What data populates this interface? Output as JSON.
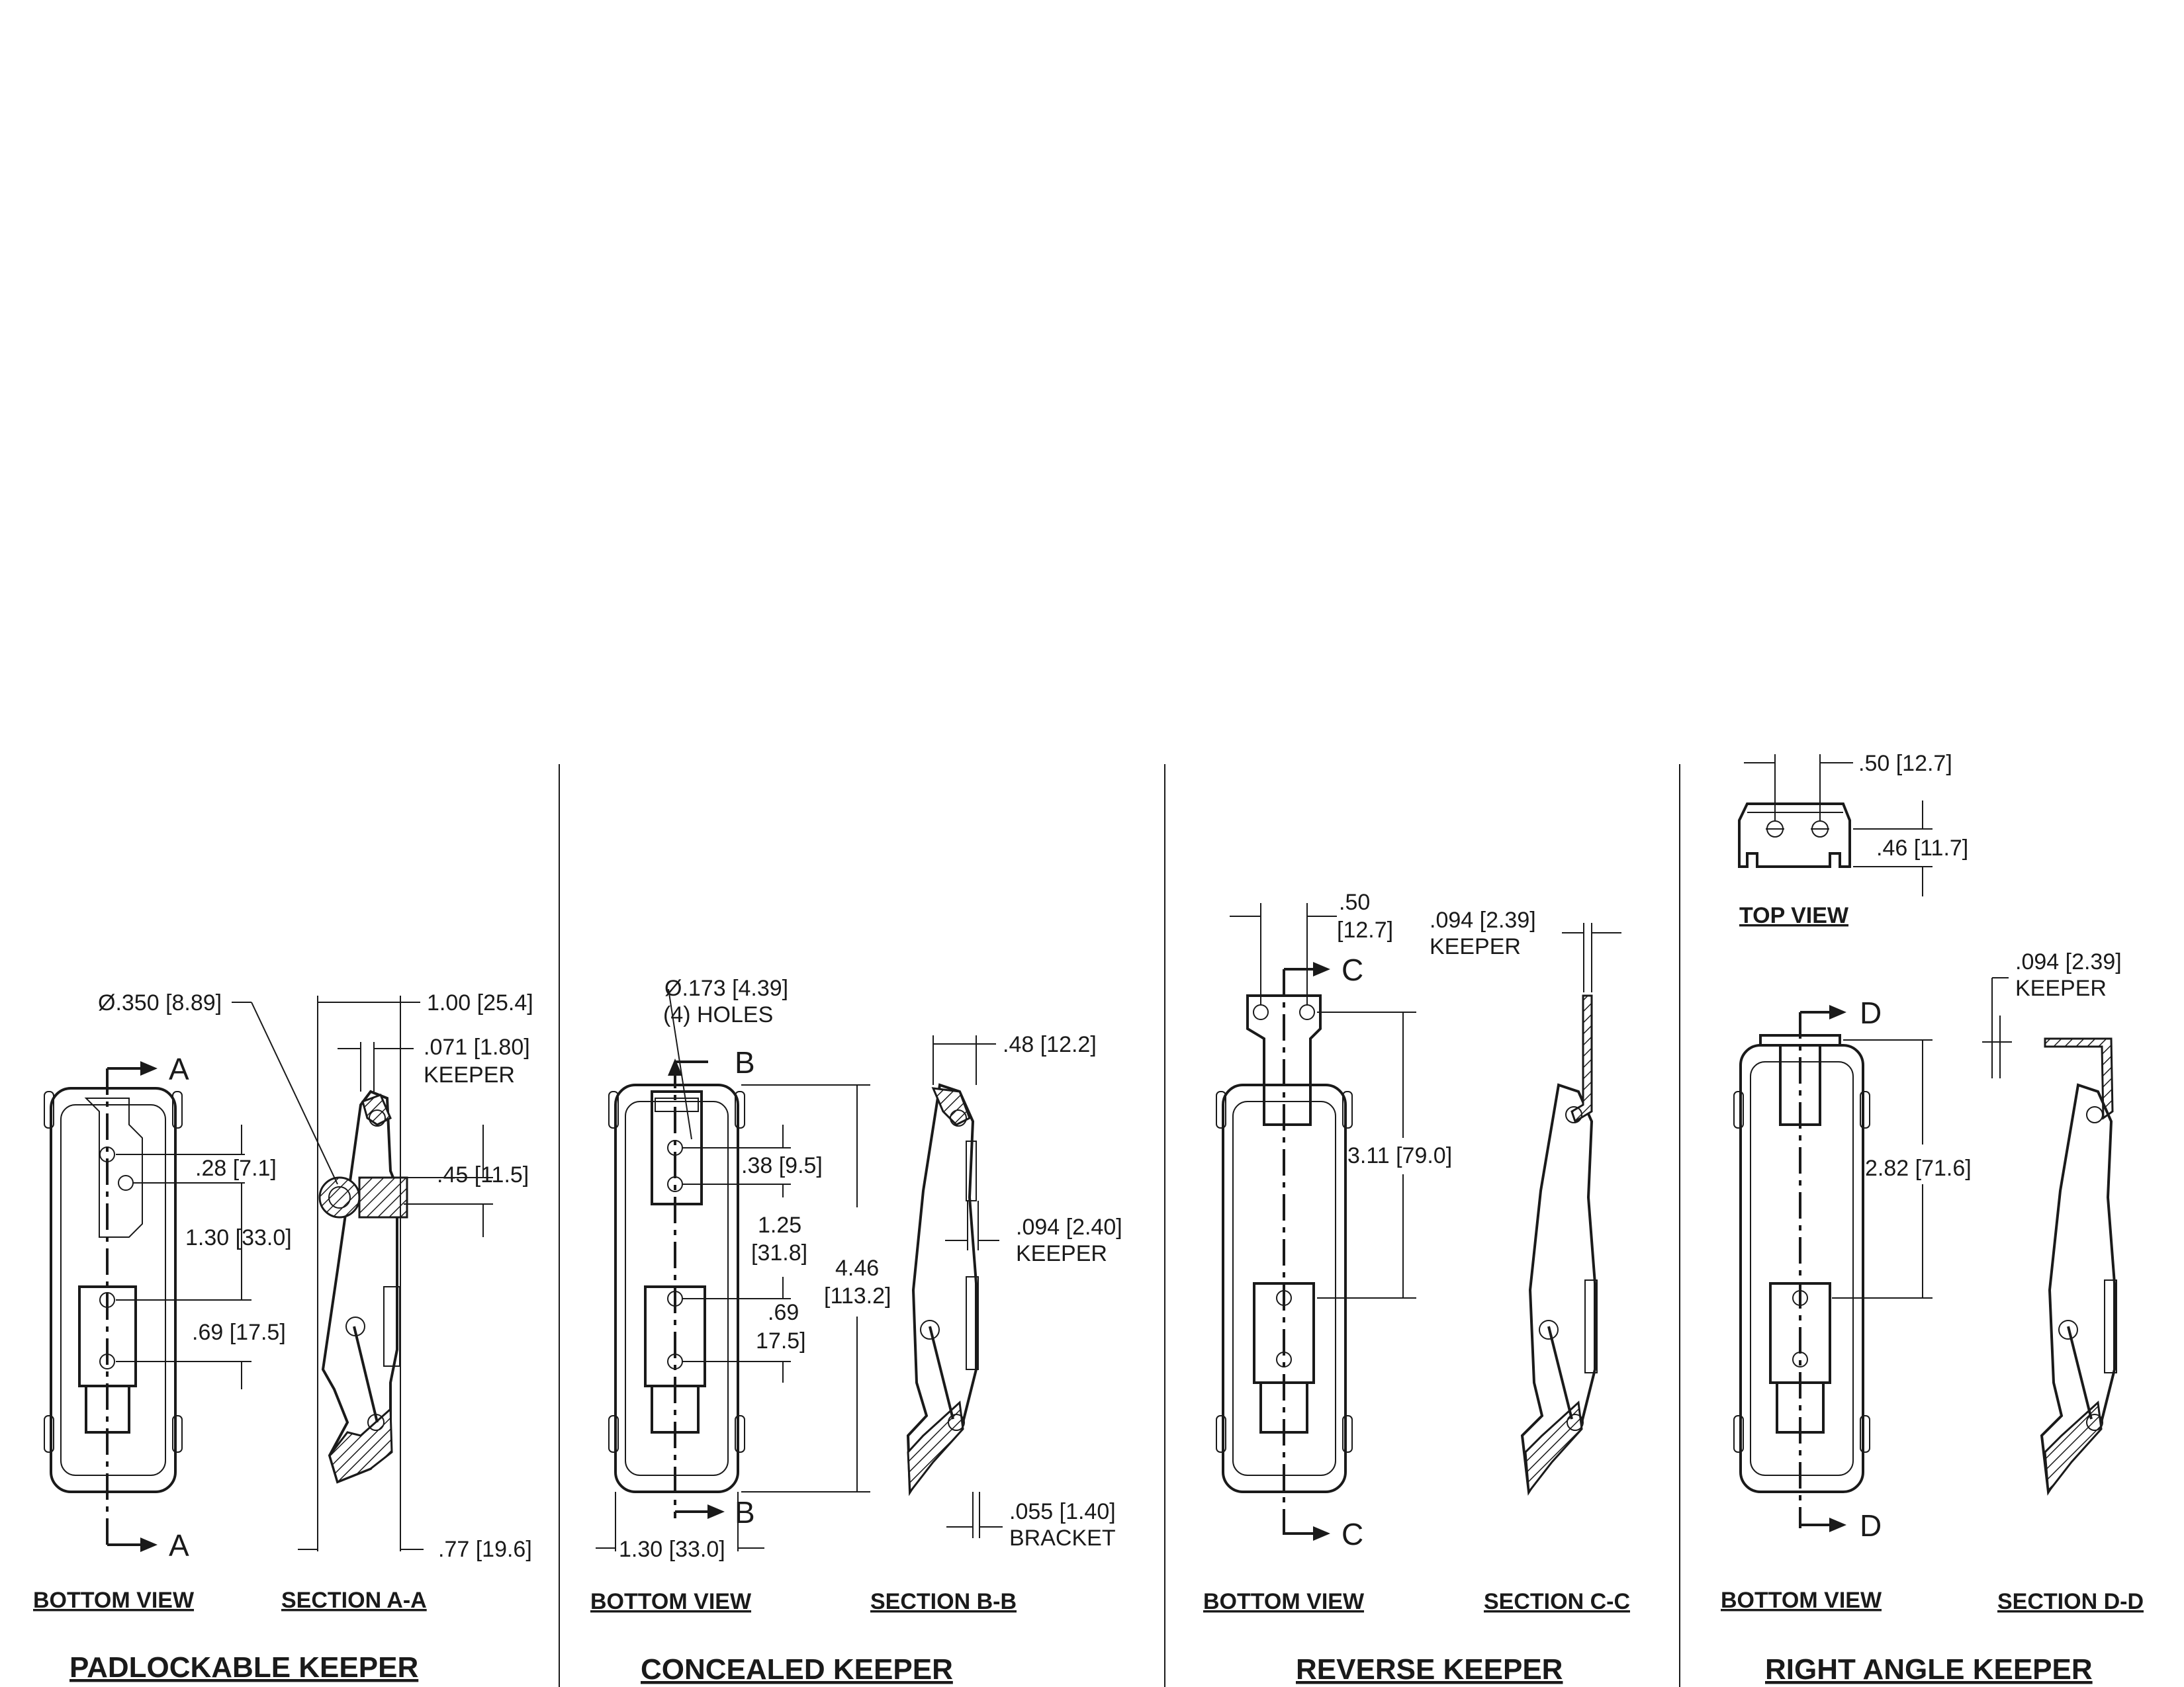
{
  "panels": [
    {
      "title": "PADLOCKABLE  KEEPER",
      "views": [
        "BOTTOM VIEW",
        "SECTION A-A"
      ],
      "section_letter": "A",
      "dims": {
        "hole_dia": "Ø.350 [8.89]",
        "width": "1.00 [25.4]",
        "keeper_thk": ".071 [1.80]",
        "keeper_word": "KEEPER",
        "d1": ".28 [7.1]",
        "d2": ".45 [11.5]",
        "d3": "1.30 [33.0]",
        "d4": ".69 [17.5]",
        "d5": ".77 [19.6]"
      }
    },
    {
      "title": "CONCEALED  KEEPER",
      "views": [
        "BOTTOM VIEW",
        "SECTION B-B"
      ],
      "section_letter": "B",
      "dims": {
        "holes_a": "Ø.173 [4.39]",
        "holes_b": "(4) HOLES",
        "d1": ".48 [12.2]",
        "d2": ".38 [9.5]",
        "d3a": "1.25",
        "d3b": "[31.8]",
        "d4a": "4.46",
        "d4b": "[113.2]",
        "d5a": ".69",
        "d5b": "17.5]",
        "keeper_thk": ".094 [2.40]",
        "keeper_word": "KEEPER",
        "bracket_thk": ".055 [1.40]",
        "bracket_word": "BRACKET",
        "d6": "1.30 [33.0]"
      }
    },
    {
      "title": "REVERSE  KEEPER",
      "views": [
        "BOTTOM VIEW",
        "SECTION C-C"
      ],
      "section_letter": "C",
      "dims": {
        "d1a": ".50",
        "d1b": "[12.7]",
        "keeper_thk": ".094 [2.39]",
        "keeper_word": "KEEPER",
        "d2": "3.11 [79.0]"
      }
    },
    {
      "title": "RIGHT  ANGLE  KEEPER",
      "views": [
        "TOP VIEW",
        "BOTTOM VIEW",
        "SECTION D-D"
      ],
      "section_letter": "D",
      "dims": {
        "d1": ".50 [12.7]",
        "d2": ".46 [11.7]",
        "keeper_thk": ".094 [2.39]",
        "keeper_word": "KEEPER",
        "d3": "2.82 [71.6]"
      }
    }
  ]
}
